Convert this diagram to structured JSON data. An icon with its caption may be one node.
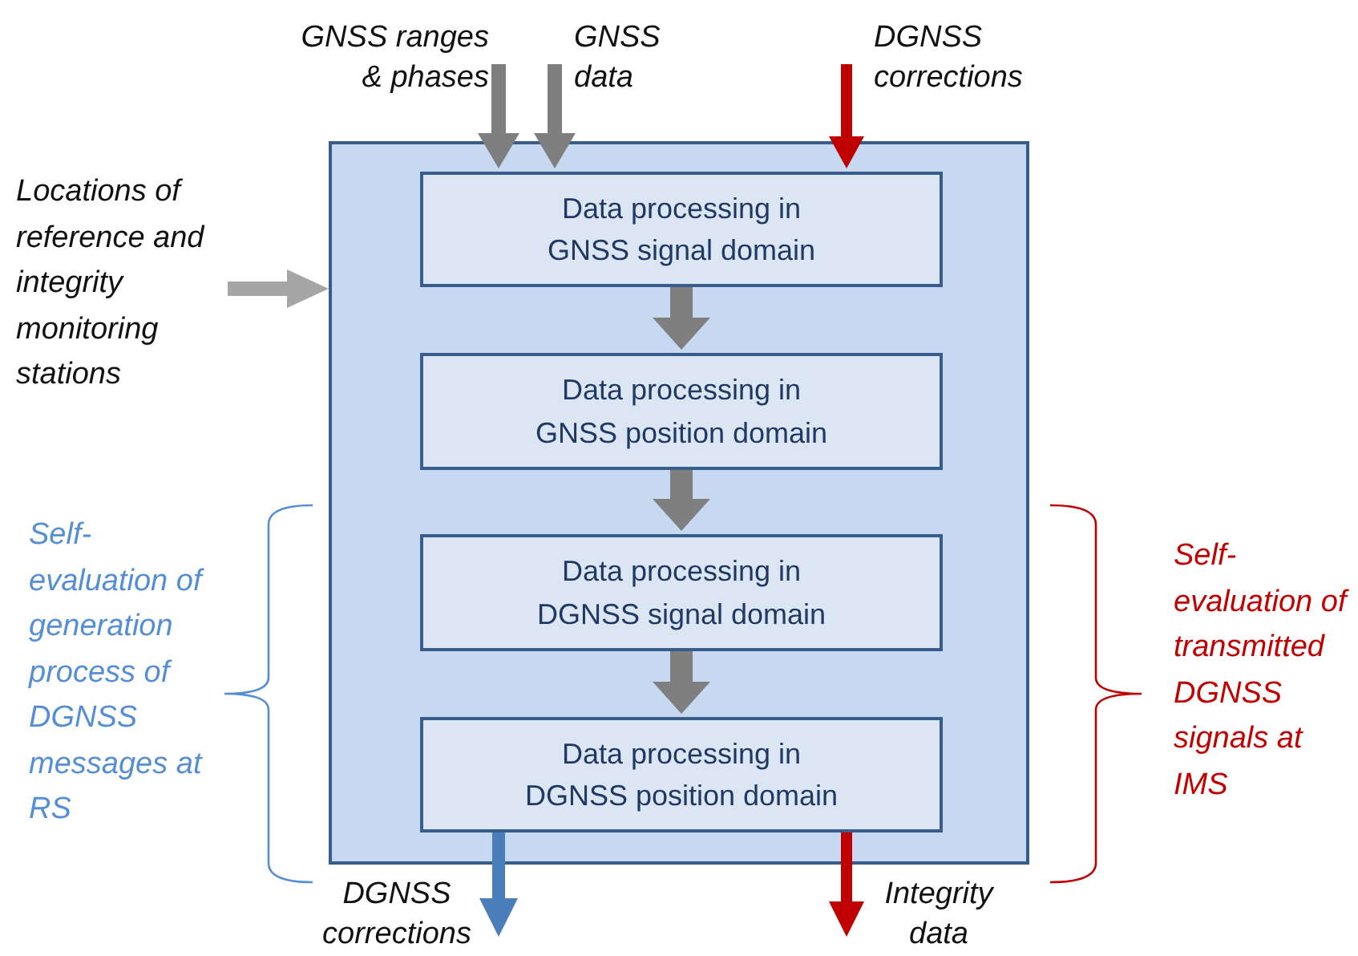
{
  "diagram": {
    "nodes": [
      {
        "text": [],
        "shape": "box"
      },
      {
        "text": [
          "Data processing in GNSS signal domain"
        ],
        "in": 0
      },
      {
        "text": [
          "Data processing in GNSS position domain"
        ],
        "in": 0
      },
      {
        "text": [
          "Data processing in DGNSS signal domain"
        ],
        "in": 0
      },
      {
        "text": [
          "Data processing in DGNSS position domain"
        ],
        "in": 0
      },
      {
        "text": [
          "Locations of reference and integrity monitoring stations"
        ]
      }
    ],
    "edges": [
      {
        "from": null,
        "to": 1,
        "arrow": "to",
        "label": "GNSS ranges & phases"
      },
      {
        "from": null,
        "to": 1,
        "arrow": "to",
        "label": "GNSS data"
      },
      {
        "from": null,
        "to": 1,
        "arrow": "to",
        "label": "DGNSS corrections",
        "color": "#c00000"
      },
      {
        "from": 5,
        "to": 0,
        "arrow": "to",
        "color": "#a6a6a6"
      },
      {
        "from": 1,
        "to": 2,
        "arrow": "to"
      },
      {
        "from": 2,
        "to": 3,
        "arrow": "to"
      },
      {
        "from": 3,
        "to": 4,
        "arrow": "to"
      },
      {
        "from": 4,
        "to": null,
        "arrow": "to",
        "label": "DGNSS corrections",
        "color": "#4a7ebb"
      },
      {
        "from": 4,
        "to": null,
        "arrow": "to",
        "label": "Integrity data",
        "color": "#c00000"
      }
    ],
    "labels": [
      "Self-evaluation of generation process of DGNSS messages at RS",
      "Self-evaluation of transmitted DGNSS signals at IMS"
    ]
  }
}
